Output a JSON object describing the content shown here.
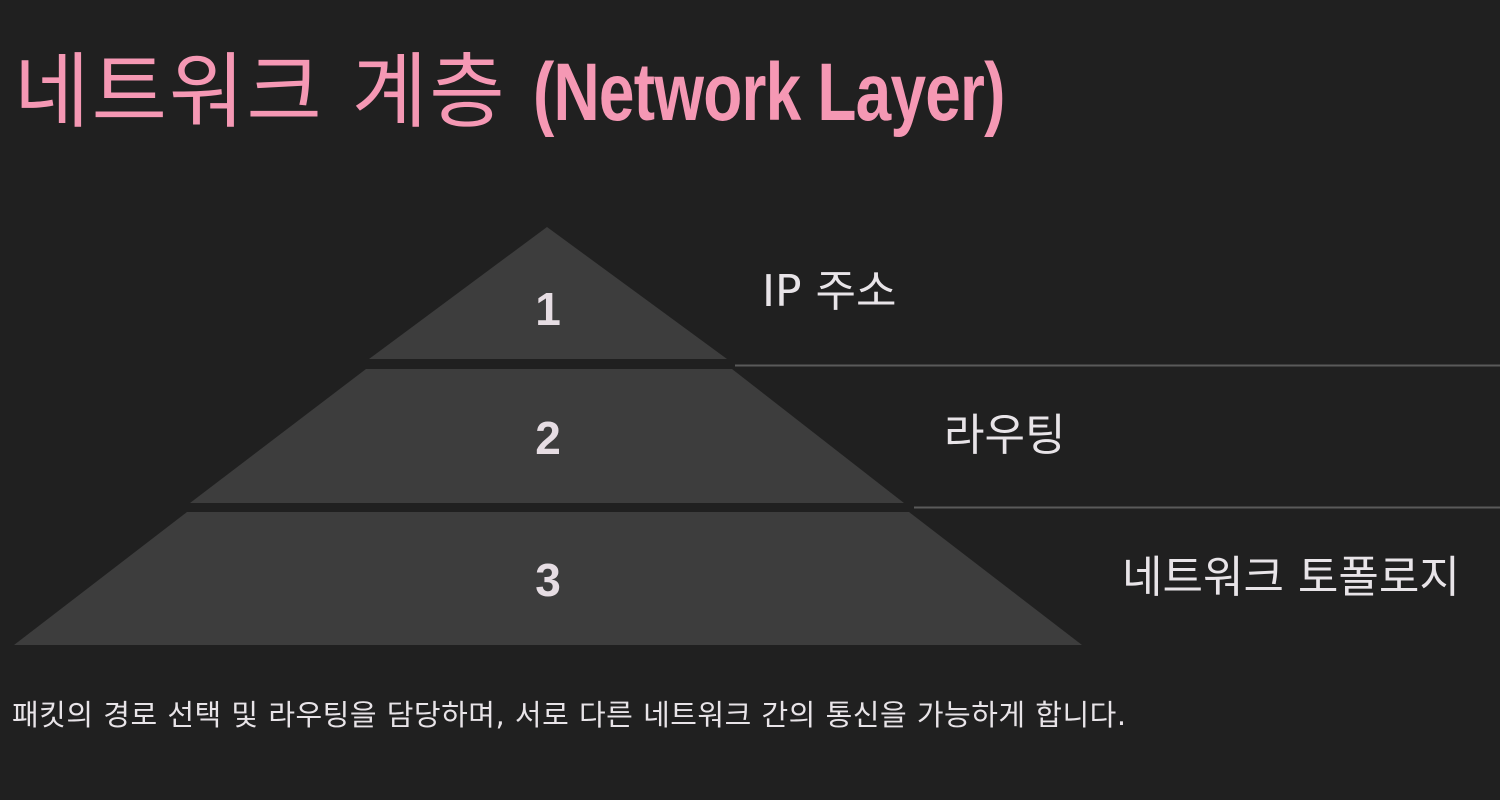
{
  "title": {
    "korean": "네트워크 계층",
    "english": "(Network Layer)"
  },
  "pyramid": {
    "tiers": [
      {
        "number": "1",
        "label": "IP 주소"
      },
      {
        "number": "2",
        "label": "라우팅"
      },
      {
        "number": "3",
        "label": "네트워크 토폴로지"
      }
    ]
  },
  "description": "패킷의 경로 선택 및 라우팅을 담당하며, 서로 다른 네트워크 간의 통신을 가능하게 합니다.",
  "colors": {
    "background": "#202020",
    "title": "#f598b4",
    "tier_fill": "#3d3d3d",
    "divider": "#5a5a5a",
    "text": "#e8e4e8"
  }
}
